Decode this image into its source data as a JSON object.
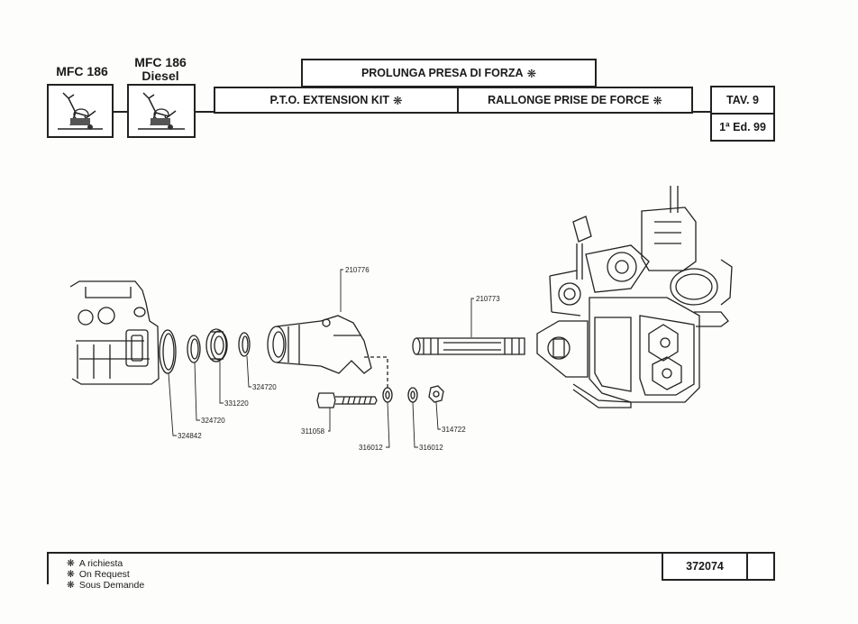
{
  "header": {
    "model_1": "MFC 186",
    "model_2_line1": "MFC 186",
    "model_2_line2": "Diesel",
    "title_it": "PROLUNGA PRESA DI FORZA",
    "title_en": "P.T.O. EXTENSION KIT",
    "title_fr": "RALLONGE PRISE DE FORCE",
    "asterisk": "❋",
    "table": "TAV. 9",
    "edition": "1ª Ed. 99"
  },
  "parts": {
    "p210776": "210776",
    "p210773": "210773",
    "p324720a": "324720",
    "p331220": "331220",
    "p324720b": "324720",
    "p324842": "324842",
    "p311058": "311058",
    "p316012a": "316012",
    "p316012b": "316012",
    "p314722": "314722"
  },
  "footer": {
    "legend": [
      {
        "symbol": "❋",
        "text": "A richiesta"
      },
      {
        "symbol": "❋",
        "text": "On Request"
      },
      {
        "symbol": "❋",
        "text": "Sous Demande"
      }
    ],
    "code": "372074"
  }
}
